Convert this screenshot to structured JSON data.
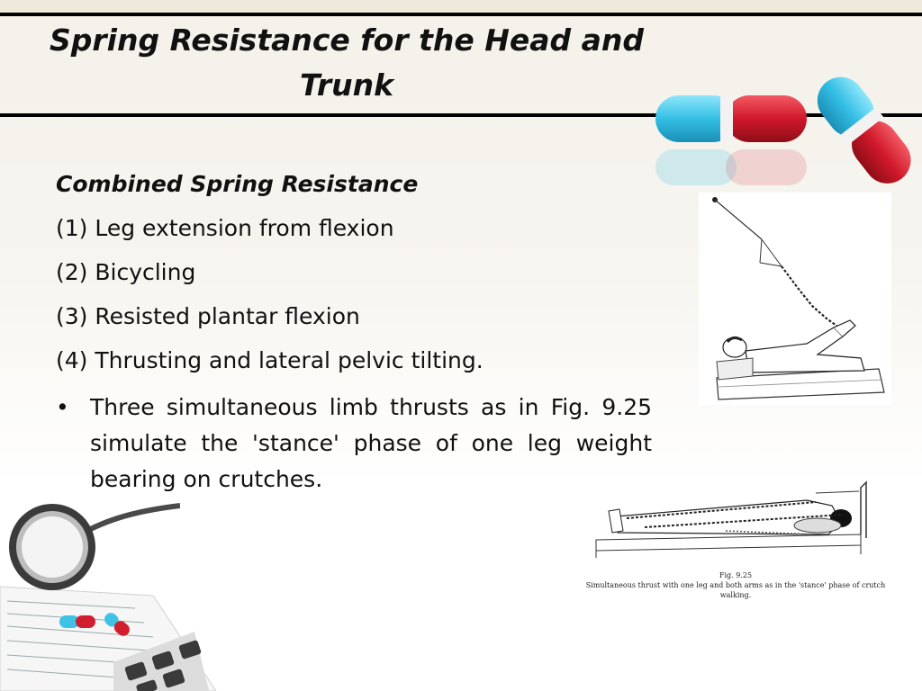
{
  "slide": {
    "title": "Spring Resistance for the Head and Trunk",
    "subheading": "Combined Spring Resistance",
    "items": [
      "(1) Leg extension from flexion",
      "(2) Bicycling",
      "(3) Resisted plantar flexion",
      "(4) Thrusting and lateral pelvic tilting."
    ],
    "bullet_symbol": "•",
    "bullet_text": "Three simultaneous limb thrusts as in Fig. 9.25 simulate the 'stance' phase of one leg weight bearing on crutches."
  },
  "figure": {
    "number": "Fig. 9.25",
    "caption": "Simultaneous thrust with one leg and both arms as in the 'stance' phase of crutch walking."
  },
  "decor": {
    "icons": [
      "capsule-pill-icon",
      "stethoscope-icon",
      "calculator-icon",
      "medical-form-icon"
    ],
    "capsule_colors": {
      "cyan": "#3ec3e6",
      "red": "#d01e2e"
    }
  }
}
